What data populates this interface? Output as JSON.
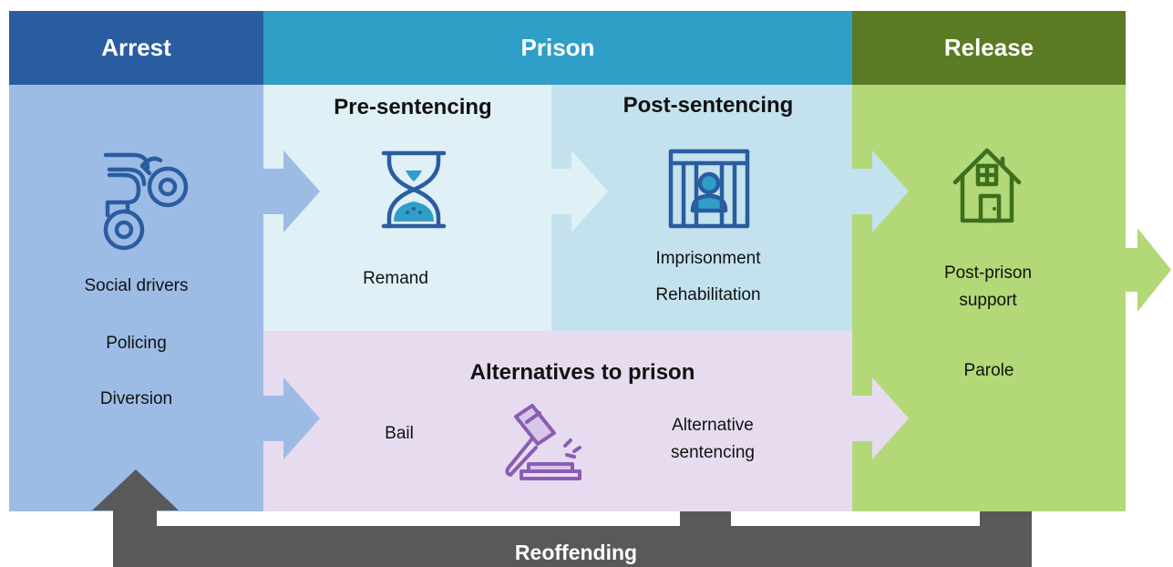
{
  "columns": {
    "arrest": {
      "title": "Arrest",
      "items": [
        "Social drivers",
        "Policing",
        "Diversion"
      ],
      "icon": "handcuffs-icon"
    },
    "prison": {
      "title": "Prison",
      "pre_sentencing": {
        "title": "Pre-sentencing",
        "items": [
          "Remand"
        ],
        "icon": "hourglass-icon"
      },
      "post_sentencing": {
        "title": "Post-sentencing",
        "items": [
          "Imprisonment",
          "Rehabilitation"
        ],
        "icon": "prisoner-behind-bars-icon"
      },
      "alternatives": {
        "title": "Alternatives to prison",
        "left_item": "Bail",
        "right_item": "Alternative sentencing",
        "icon": "gavel-icon"
      }
    },
    "release": {
      "title": "Release",
      "items": [
        "Post-prison support",
        "Parole"
      ],
      "icon": "house-icon"
    }
  },
  "loop": {
    "label": "Reoffending"
  },
  "colors": {
    "arrest_header": "#2a5d9f",
    "arrest_body": "#9dbce5",
    "prison_header": "#2f9fc7",
    "pre_body": "#e0f0f7",
    "post_body": "#c3e2ee",
    "alt_body": "#e7dcef",
    "release_header": "#5a7a23",
    "release_body": "#b3d877",
    "loop": "#595959",
    "icon_blue": "#2a5d9f",
    "icon_teal": "#2f9fc7",
    "icon_purple": "#8a5db5",
    "icon_green": "#3c6e1e"
  }
}
